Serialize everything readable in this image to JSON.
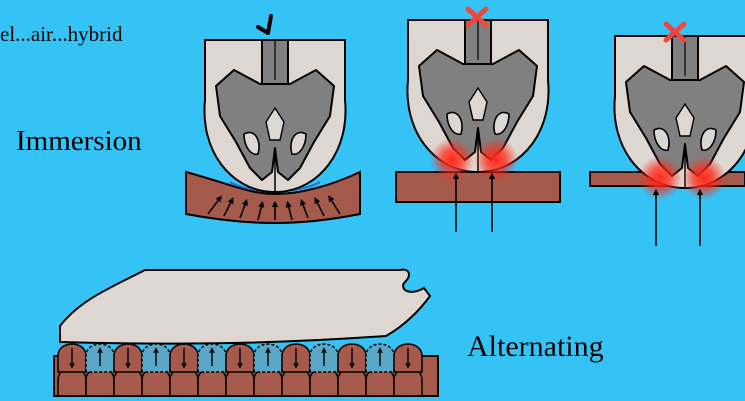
{
  "labels": {
    "top_caption": "el...air...hybrid",
    "immersion": "Immersion",
    "alternating": "Alternating"
  },
  "marks": {
    "ok": "checkmark-icon",
    "bad": "cross-icon"
  },
  "colors": {
    "background": "#35c3f6",
    "skin": "#ddd6d1",
    "bone": "#808080",
    "mattress": "#a65a4c",
    "cell_inflated": "#a65a4c",
    "cell_deflated": "#5aa7c7",
    "cross": "#f0463c",
    "pressure_glow": "#ff2a1a"
  }
}
